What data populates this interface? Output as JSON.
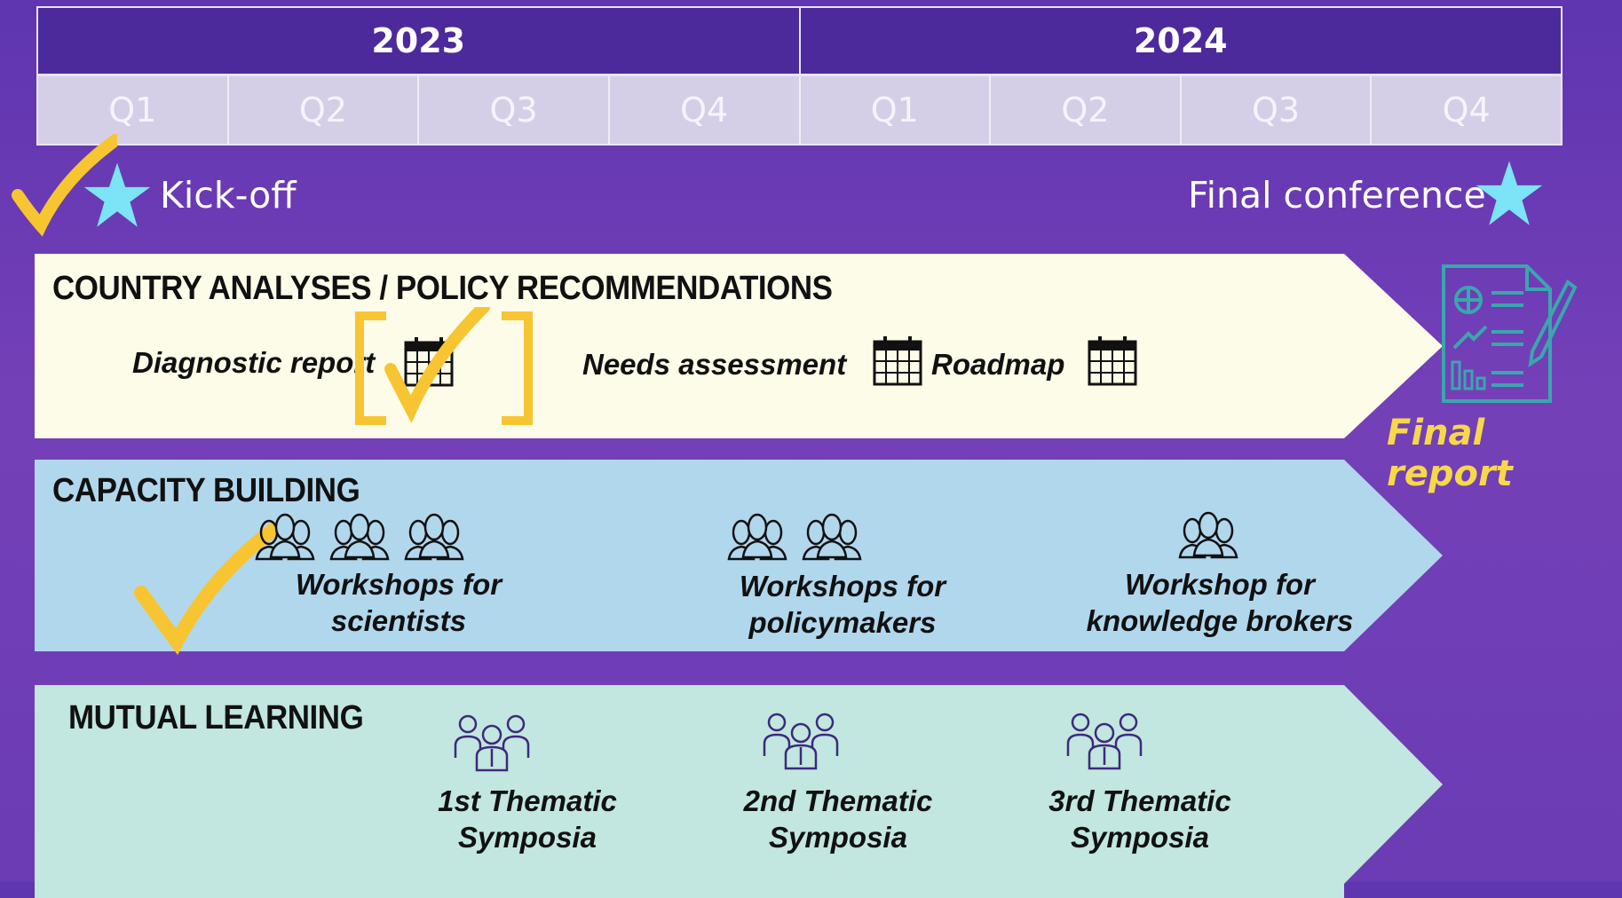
{
  "timeline": {
    "years": [
      "2023",
      "2024"
    ],
    "quarters": [
      "Q1",
      "Q2",
      "Q3",
      "Q4",
      "Q1",
      "Q2",
      "Q3",
      "Q4"
    ]
  },
  "milestones": {
    "kickoff": "Kick-off",
    "final_conference": "Final conference"
  },
  "bands": {
    "country": {
      "title": "COUNTRY ANALYSES / POLICY RECOMMENDATIONS",
      "items": [
        "Diagnostic report",
        "Needs assessment",
        "Roadmap"
      ],
      "color": "#fdfce9"
    },
    "capacity": {
      "title": "CAPACITY BUILDING",
      "items": [
        {
          "line1": "Workshops for",
          "line2": "scientists"
        },
        {
          "line1": "Workshops for",
          "line2": "policymakers"
        },
        {
          "line1": "Workshop for",
          "line2": "knowledge brokers"
        }
      ],
      "color": "#b1d7ed"
    },
    "mutual": {
      "title": "MUTUAL LEARNING",
      "items": [
        {
          "line1": "1st Thematic",
          "line2": "Symposia"
        },
        {
          "line1": "2nd Thematic",
          "line2": "Symposia"
        },
        {
          "line1": "3rd Thematic",
          "line2": "Symposia"
        }
      ],
      "color": "#c2e6e0"
    }
  },
  "final_report": "Final report",
  "colors": {
    "background": "#6a3cb4",
    "year_header": "#4c2a9c",
    "quarter_row": "#d4cfe6",
    "star": "#7de3f6",
    "check": "#f7c531",
    "final_report_text": "#f6d84a",
    "icon_teal": "#3aa6ad",
    "icon_purple": "#3d2a7a"
  }
}
